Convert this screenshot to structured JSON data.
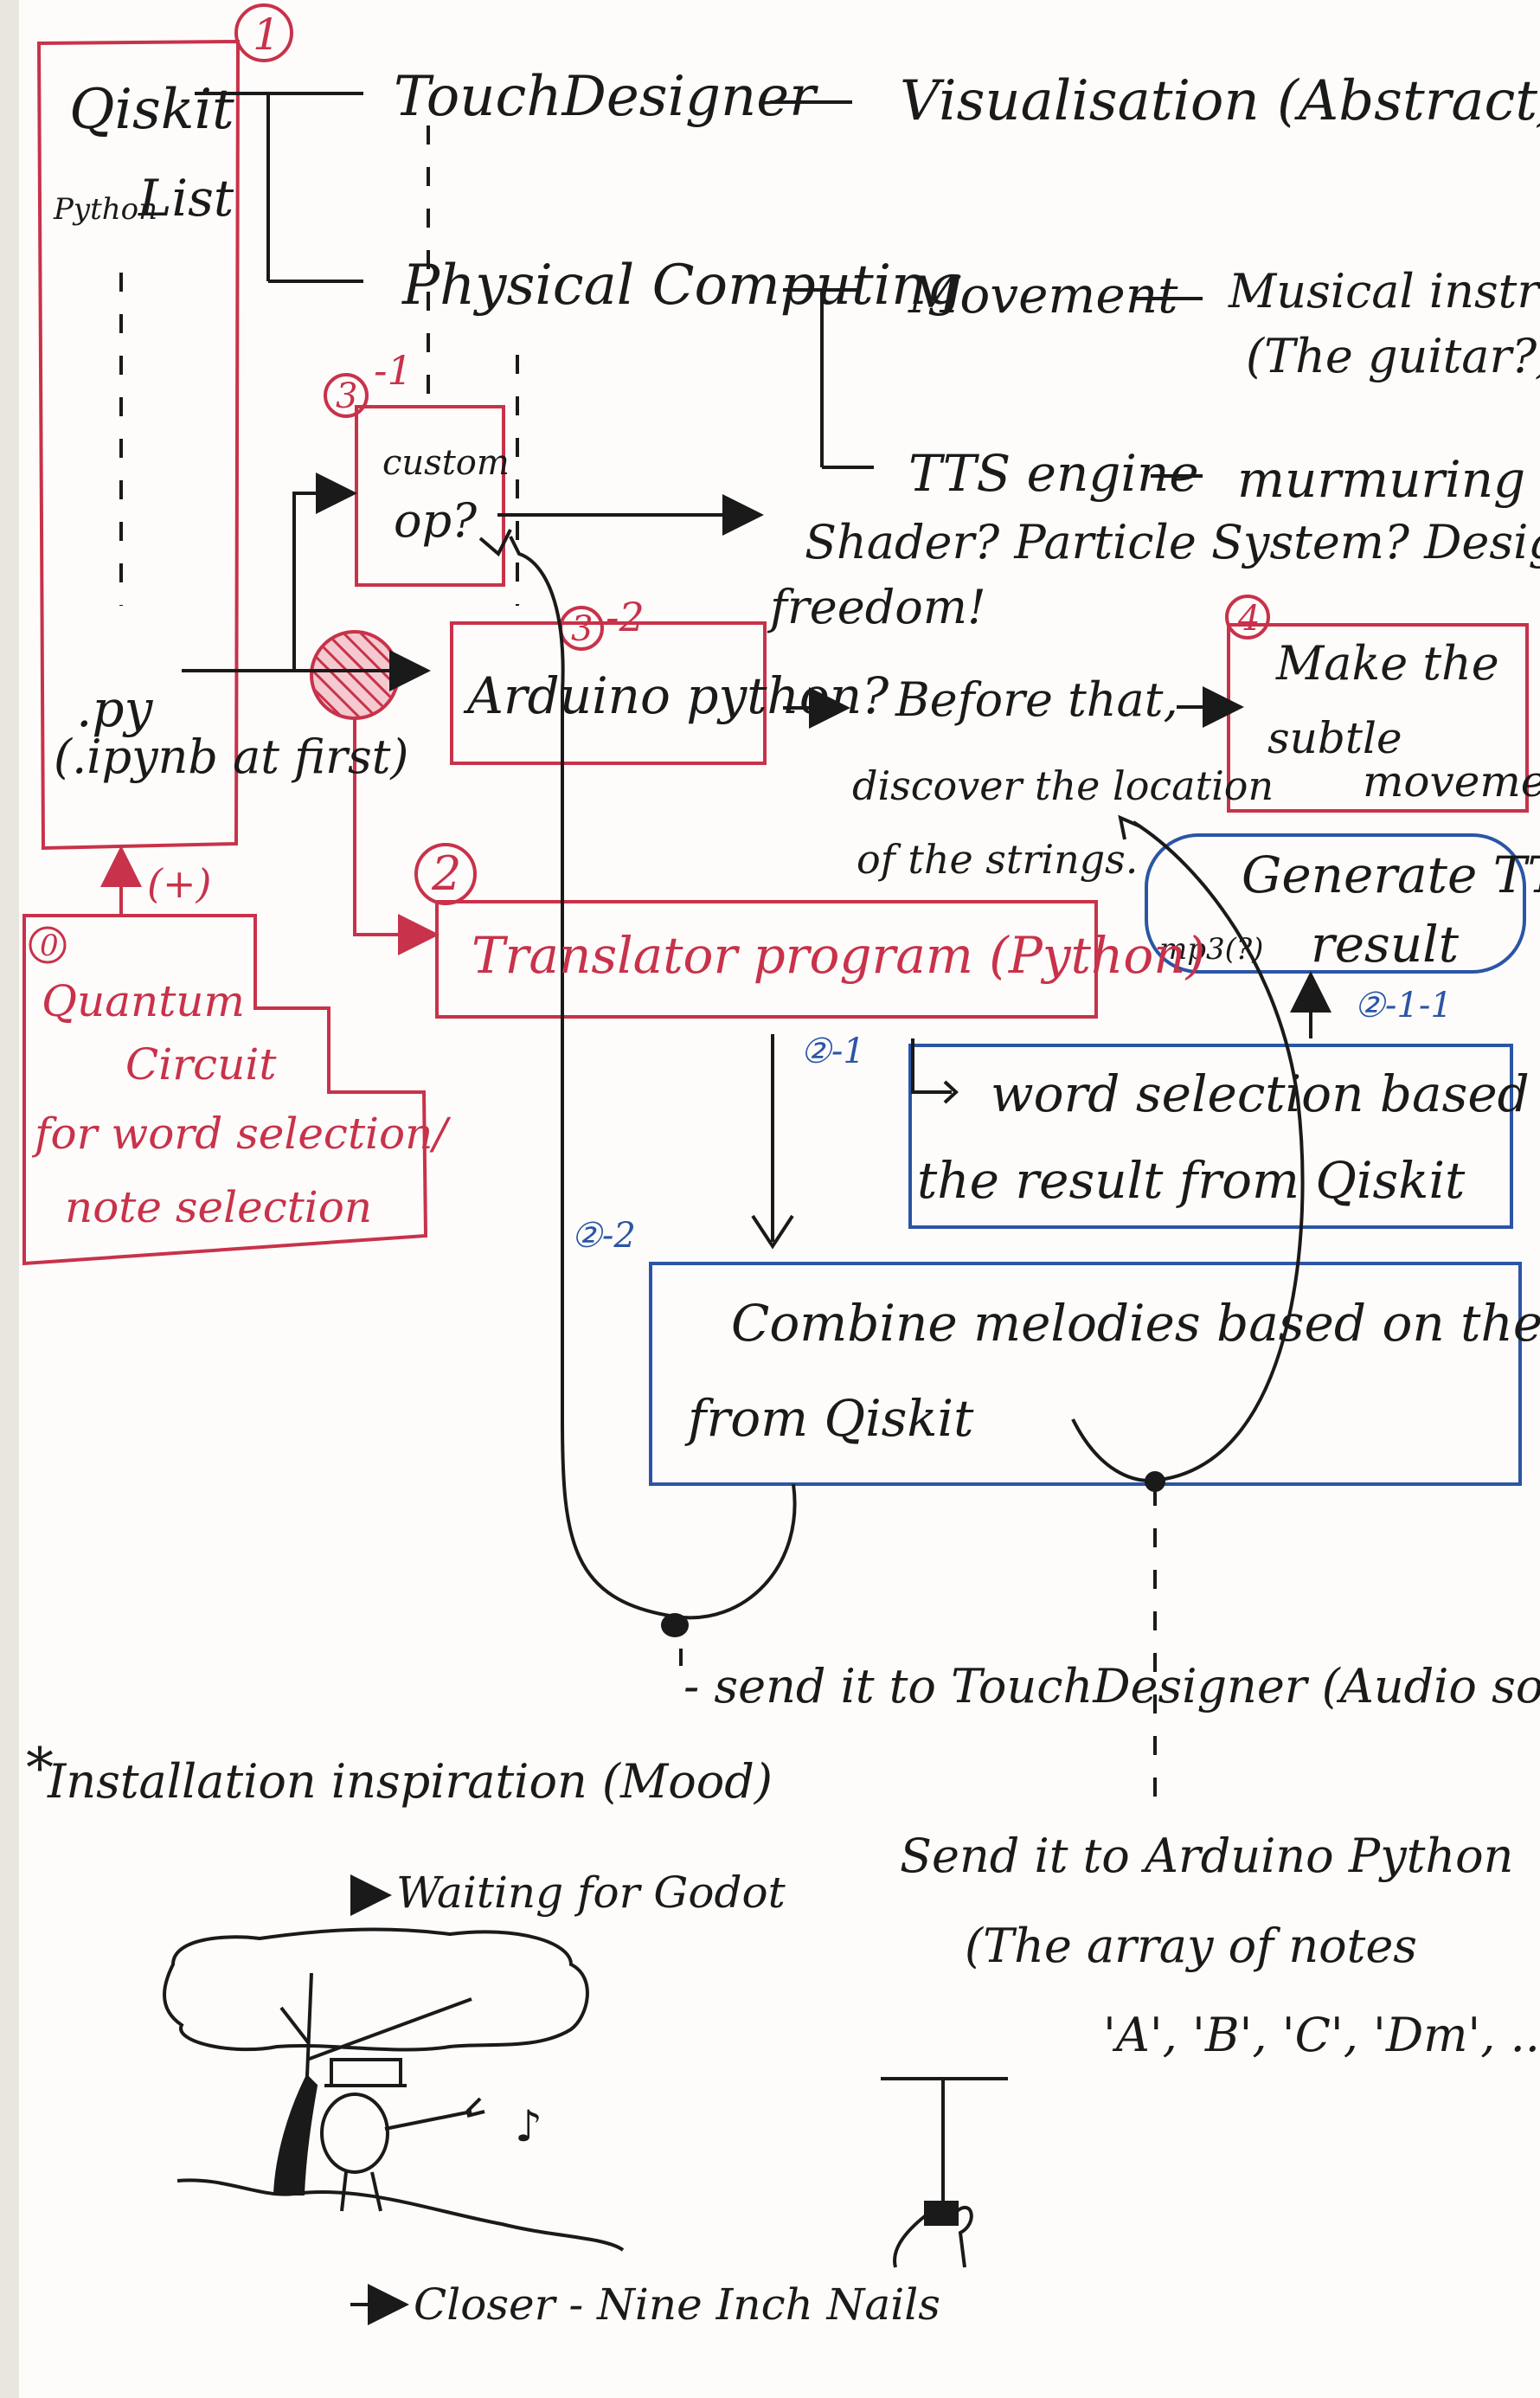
{
  "colors": {
    "ink": "#1a1a1a",
    "red": "#c8324a",
    "blue": "#2b55a6",
    "paper": "#fdfcfa"
  },
  "qiskit_box": {
    "title": "Qiskit",
    "subtitle_small": "Python",
    "subtitle": "List",
    "py": ".py",
    "ipynb": "(.ipynb at first)"
  },
  "quantum_box": {
    "number": "0",
    "plus": "(+)",
    "line1": "Quantum",
    "line2": "Circuit",
    "line3": "for word selection/",
    "line4": "note selection"
  },
  "top": {
    "num1": "1",
    "touchdesigner": "TouchDesigner",
    "visualisation": "Visualisation (Abstract)",
    "physical": "Physical Computing",
    "movement": "Movement",
    "instrument1": "Musical instrument",
    "instrument2": "(The guitar?)",
    "tts": "TTS engine",
    "murmuring": "murmuring"
  },
  "custom_op": {
    "num": "3",
    "sub": "-1",
    "line1": "custom",
    "line2": "op?"
  },
  "shader": {
    "line1": "Shader? Particle System? Design in",
    "line2": "freedom!"
  },
  "arduino": {
    "num": "3",
    "sub": "-2",
    "label": "Arduino python?"
  },
  "before": {
    "line1": "Before that,",
    "line2": "discover the location",
    "line3": "of the strings."
  },
  "make": {
    "num": "4",
    "line1": "Make the",
    "line2": "subtle",
    "line3": "movement"
  },
  "generate": {
    "line1": "Generate TTS",
    "mp3": "mp3(?)",
    "result": "result",
    "label": "②-1-1"
  },
  "translator": {
    "num": "2",
    "label": "Translator program (Python)"
  },
  "word_selection": {
    "label": "②-1",
    "line1": "word selection based on",
    "line2": "the result from Qiskit"
  },
  "combine": {
    "label": "②-2",
    "line1": "Combine melodies based on the result",
    "line2": "from Qiskit"
  },
  "send_td": "- send it to TouchDesigner (Audio source)",
  "send_arduino": {
    "line1": "Send it to Arduino Python",
    "line2": "(The array of notes",
    "line3": "'A', 'B', 'C', 'Dm', ...)"
  },
  "inspiration": {
    "star": "*",
    "title": "Installation inspiration (Mood)",
    "godot": "Waiting for Godot",
    "closer": "Closer - Nine Inch Nails",
    "notes": "♪"
  }
}
